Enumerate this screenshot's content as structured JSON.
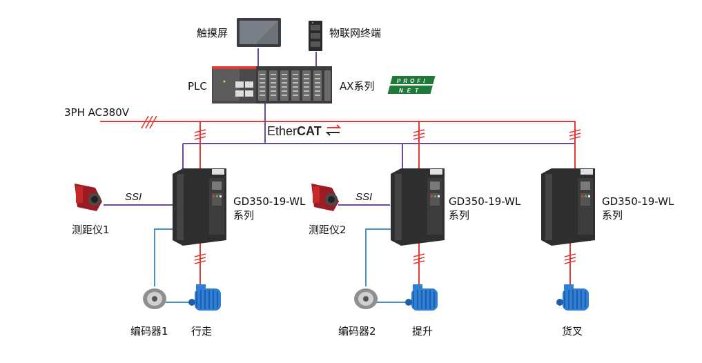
{
  "colors": {
    "power": "#e53935",
    "ethercat": "#6a4aa0",
    "encoder": "#4a90c8",
    "motor": "#2f7fd6",
    "drive": "#3a3a3a",
    "profinet": "#1f7a3a"
  },
  "labels": {
    "touchscreen": "触摸屏",
    "iot_terminal": "物联网终端",
    "plc": "PLC",
    "ax_series": "AX系列",
    "power_supply": "3PH AC380V",
    "ethercat_a": "Ether",
    "ethercat_b": "CAT",
    "profinet_a": "PROFI",
    "profinet_b": "NET",
    "ssi_1": "SSI",
    "ssi_2": "SSI",
    "rangefinder_1": "测距仪1",
    "rangefinder_2": "测距仪2",
    "drive_1_model": "GD350-19-WL",
    "drive_1_series": "系列",
    "drive_2_model": "GD350-19-WL",
    "drive_2_series": "系列",
    "drive_3_model": "GD350-19-WL",
    "drive_3_series": "系列",
    "encoder_1": "编码器1",
    "encoder_2": "编码器2",
    "motor_travel": "行走",
    "motor_hoist": "提升",
    "motor_fork": "货叉"
  }
}
